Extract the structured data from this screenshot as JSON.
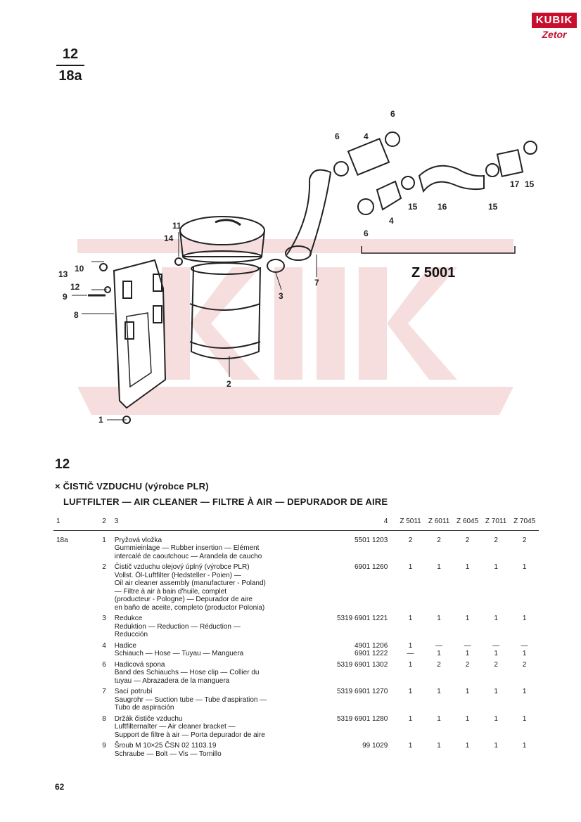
{
  "header": {
    "fraction_top": "12",
    "fraction_bottom": "18a"
  },
  "logo": {
    "top_text": "KUBIK",
    "bottom_text": "Zetor",
    "color": "#c8102e"
  },
  "diagram": {
    "callouts": [
      "1",
      "2",
      "3",
      "4",
      "4",
      "6",
      "6",
      "6",
      "7",
      "8",
      "9",
      "10",
      "11",
      "12",
      "13",
      "14",
      "15",
      "15",
      "15",
      "16",
      "17"
    ],
    "variant_label": "Z 5001"
  },
  "section": {
    "number": "12",
    "title_cz": "× ČISTIČ VZDUCHU (výrobce PLR)",
    "title_multi": "LUFTFILTER — AIR CLEANER — FILTRE À AIR — DEPURADOR DE AIRE"
  },
  "table": {
    "columns": [
      "1",
      "2",
      "3",
      "4",
      "Z 5011",
      "Z 6011",
      "Z 6045",
      "Z 7011",
      "Z 7045"
    ],
    "rows": [
      {
        "fig": "18a",
        "pos": "1",
        "desc": [
          "Pryžová vložka",
          "Gummieinlage — Rubber insertion — Elément",
          "intercalé de caoutchouc — Arandela de caucho"
        ],
        "code": [
          "5501 1203"
        ],
        "qty": [
          [
            "2",
            "2",
            "2",
            "2",
            "2"
          ]
        ]
      },
      {
        "fig": "",
        "pos": "2",
        "desc": [
          "Čistič vzduchu olejový úplný (výrobce PLR)",
          "Vollst. Öl-Luftfilter (Hedsteller - Poien) —",
          "Oil air cleaner assembly (manufacturer - Poland)",
          "— Filtre à air à bain d'huile, complet",
          "(producteur - Pologne) — Depurador de aire",
          "en baño de aceite, completo (productor Polonia)"
        ],
        "code": [
          "6901 1260"
        ],
        "qty": [
          [
            "1",
            "1",
            "1",
            "1",
            "1"
          ]
        ]
      },
      {
        "fig": "",
        "pos": "3",
        "desc": [
          "Redukce",
          "Reduktion — Reduction — Réduction —",
          "Reducción"
        ],
        "code": [
          "5319 6901 1221"
        ],
        "qty": [
          [
            "1",
            "1",
            "1",
            "1",
            "1"
          ]
        ]
      },
      {
        "fig": "",
        "pos": "4",
        "desc": [
          "Hadice",
          "Schiauch — Hose — Tuyau — Manguera"
        ],
        "code": [
          "4901 1206",
          "6901 1222"
        ],
        "qty": [
          [
            "1",
            "—",
            "—",
            "—",
            "—"
          ],
          [
            "—",
            "1",
            "1",
            "1",
            "1"
          ]
        ]
      },
      {
        "fig": "",
        "pos": "6",
        "desc": [
          "Hadicová spona",
          "Band des Schiauchs — Hose clip — Collier du",
          "tuyau — Abrazadera de la manguera"
        ],
        "code": [
          "5319 6901 1302"
        ],
        "qty": [
          [
            "1",
            "2",
            "2",
            "2",
            "2"
          ]
        ]
      },
      {
        "fig": "",
        "pos": "7",
        "desc": [
          "Sací potrubí",
          "Saugrohr — Suction tube — Tube d'aspiration —",
          "Tubo de aspiración"
        ],
        "code": [
          "5319 6901 1270"
        ],
        "qty": [
          [
            "1",
            "1",
            "1",
            "1",
            "1"
          ]
        ]
      },
      {
        "fig": "",
        "pos": "8",
        "desc": [
          "Držák čističe vzduchu",
          "Luftfilternalter — Air cleaner bracket —",
          "Support de filtre à air — Porta depurador de aire"
        ],
        "code": [
          "5319 6901 1280"
        ],
        "qty": [
          [
            "1",
            "1",
            "1",
            "1",
            "1"
          ]
        ]
      },
      {
        "fig": "",
        "pos": "9",
        "desc": [
          "Šroub M 10×25 ČSN 02 1103.19",
          "Schraube — Bolt — Vis — Tornillo"
        ],
        "code": [
          "99 1029"
        ],
        "qty": [
          [
            "1",
            "1",
            "1",
            "1",
            "1"
          ]
        ]
      }
    ]
  },
  "footer": {
    "page_number": "62"
  }
}
